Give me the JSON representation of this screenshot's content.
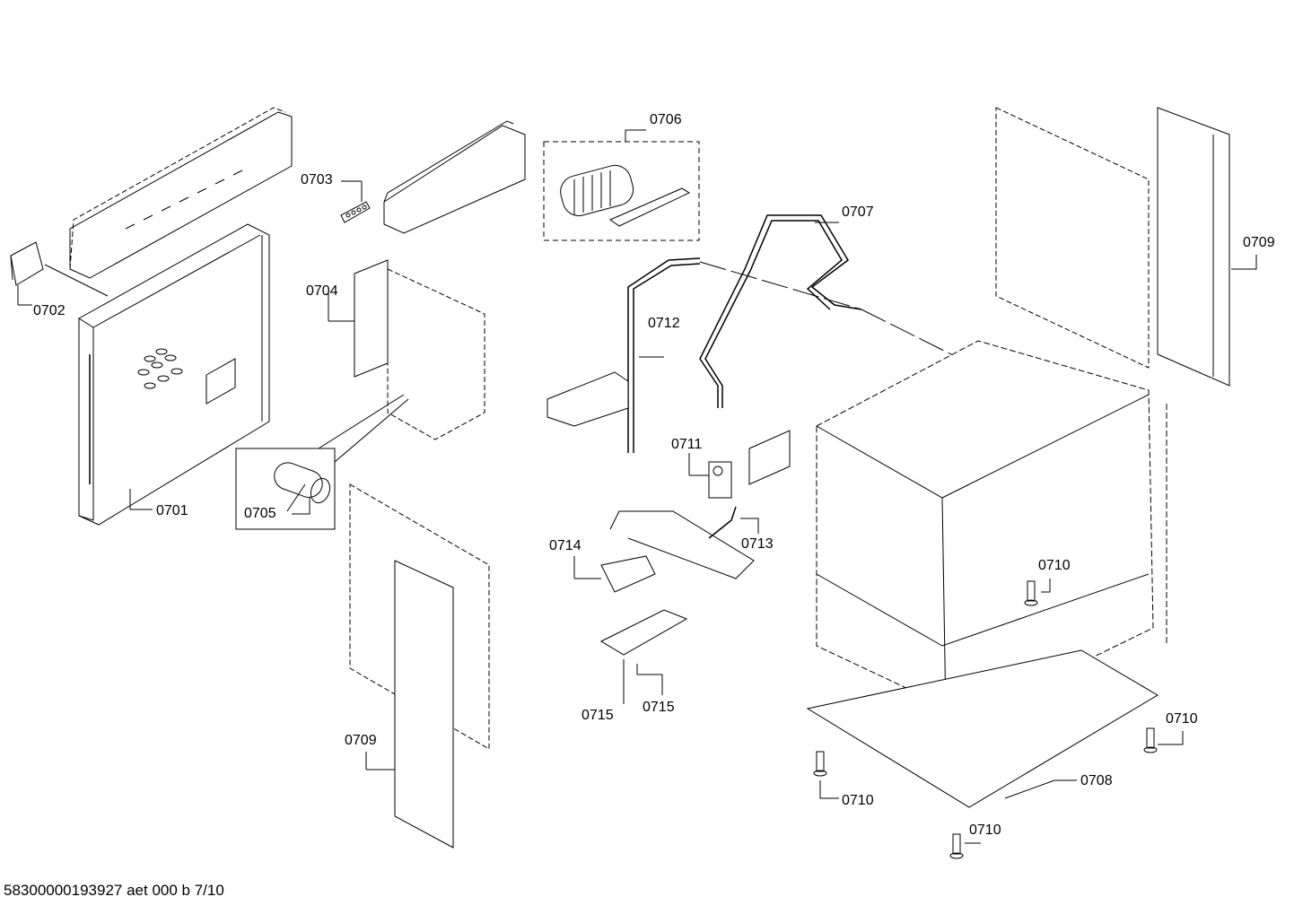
{
  "labels": {
    "p0701": "0701",
    "p0702": "0702",
    "p0703": "0703",
    "p0704": "0704",
    "p0705": "0705",
    "p0706": "0706",
    "p0707": "0707",
    "p0708": "0708",
    "p0709_right": "0709",
    "p0709_bottom": "0709",
    "p0710_a": "0710",
    "p0710_b": "0710",
    "p0710_c": "0710",
    "p0710_d": "0710",
    "p0711": "0711",
    "p0712": "0712",
    "p0713": "0713",
    "p0714": "0714",
    "p0715_a": "0715",
    "p0715_b": "0715"
  },
  "footer": "58300000193927 aet 000 b 7/10"
}
